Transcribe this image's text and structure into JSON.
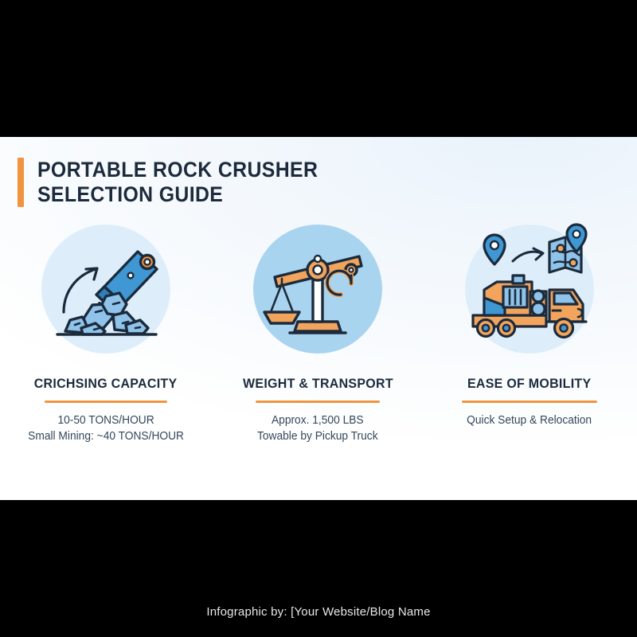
{
  "canvas": {
    "background_color": "#000000",
    "panel_background": "#ffffff",
    "accent_color": "#f0943f",
    "heading_color": "#1c2b3c",
    "body_text_color": "#33475b"
  },
  "header": {
    "title": "PORTABLE ROCK CRUSHER\nSELECTION GUIDE",
    "accent_bar_color": "#f0943f"
  },
  "columns": [
    {
      "icon_name": "rock-crusher-icon",
      "circle_color": "#ddeefa",
      "heading": "CRICHSING CAPACITY",
      "detail": "10-50 TONS/HOUR\nSmall Mining: ~40 TONS/HOUR"
    },
    {
      "icon_name": "weight-scale-icon",
      "circle_color": "#a9d4ef",
      "heading": "WEIGHT & TRANSPORT",
      "detail": "Approx. 1,500 LBS\nTowable by Pickup Truck"
    },
    {
      "icon_name": "truck-map-mobility-icon",
      "circle_color": "#ddeefa",
      "heading": "EASE OF MOBILITY",
      "detail": "Quick Setup & Relocation"
    }
  ],
  "footer": {
    "credit": "Infographic by: [Your Website/Blog Name"
  }
}
